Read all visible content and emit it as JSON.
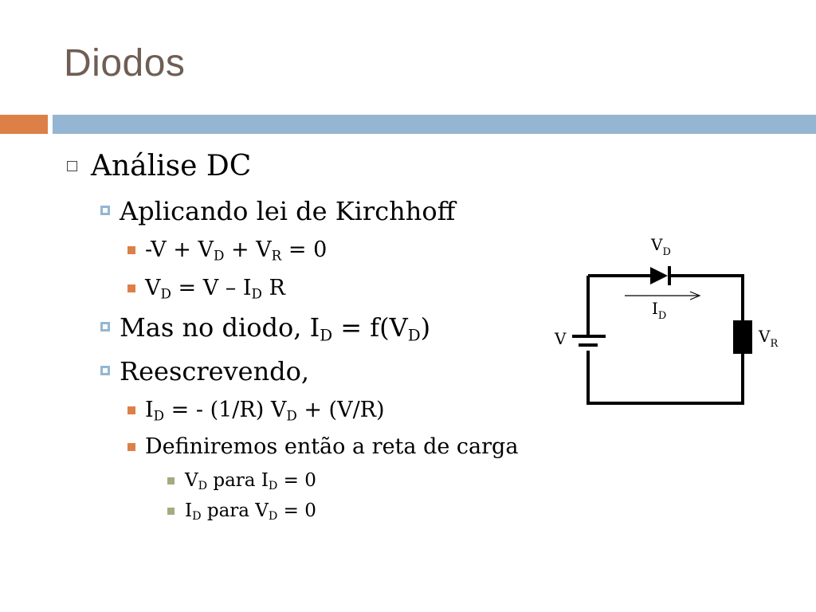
{
  "slide": {
    "title": "Diodos",
    "items": [
      {
        "level": 1,
        "parts": [
          {
            "t": "Análise DC"
          }
        ]
      },
      {
        "level": 2,
        "parts": [
          {
            "t": "Aplicando lei de Kirchhoff"
          }
        ]
      },
      {
        "level": 3,
        "parts": [
          {
            "t": "-V + V"
          },
          {
            "sub": "D"
          },
          {
            "t": " + V"
          },
          {
            "sub": "R"
          },
          {
            "t": " = 0"
          }
        ]
      },
      {
        "level": 3,
        "parts": [
          {
            "t": "V"
          },
          {
            "sub": "D"
          },
          {
            "t": " = V – I"
          },
          {
            "sub": "D"
          },
          {
            "t": " R"
          }
        ]
      },
      {
        "level": 2,
        "parts": [
          {
            "t": "Mas no diodo, I"
          },
          {
            "sub": "D"
          },
          {
            "t": " = f(V"
          },
          {
            "sub": "D"
          },
          {
            "t": ")"
          }
        ]
      },
      {
        "level": 2,
        "parts": [
          {
            "t": "Reescrevendo,"
          }
        ]
      },
      {
        "level": 3,
        "parts": [
          {
            "t": "I"
          },
          {
            "sub": "D"
          },
          {
            "t": " = - (1/R) V"
          },
          {
            "sub": "D"
          },
          {
            "t": " + (V/R)"
          }
        ]
      },
      {
        "level": 3,
        "parts": [
          {
            "t": "Definiremos então a reta de carga"
          }
        ]
      },
      {
        "level": 4,
        "parts": [
          {
            "t": "V"
          },
          {
            "sub": "D"
          },
          {
            "t": " para I"
          },
          {
            "sub": "D"
          },
          {
            "t": " = 0"
          }
        ]
      },
      {
        "level": 4,
        "parts": [
          {
            "t": "I"
          },
          {
            "sub": "D"
          },
          {
            "t": " para V"
          },
          {
            "sub": "D"
          },
          {
            "t": " = 0"
          }
        ]
      }
    ]
  },
  "circuit": {
    "vd": {
      "base": "V",
      "sub": "D"
    },
    "id": {
      "base": "I",
      "sub": "D"
    },
    "v": "V",
    "vr": {
      "base": "V",
      "sub": "R"
    }
  },
  "colors": {
    "title": "#6f5e55",
    "accent_orange": "#dd8047",
    "accent_blue": "#94b6d2",
    "accent_green": "#a5ab81"
  }
}
